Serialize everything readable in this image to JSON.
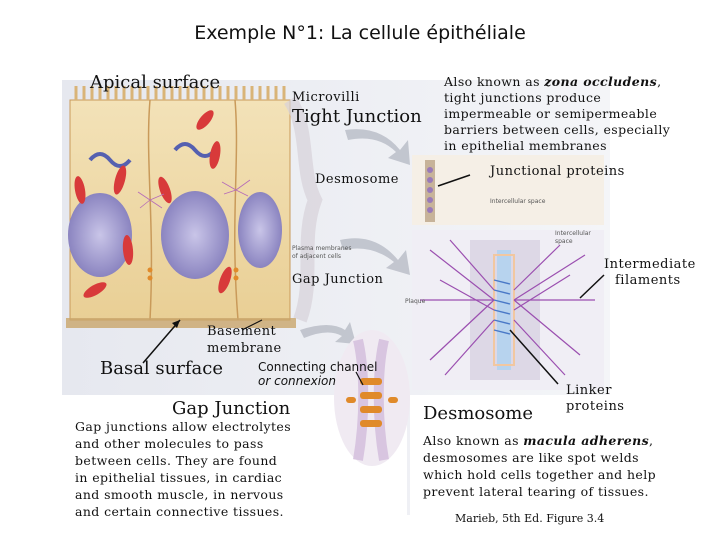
{
  "title": "Exemple N°1: La cellule épithéliale",
  "labels": {
    "apical_surface": "Apical surface",
    "microvilli": "Microvilli",
    "tight_junction": "Tight Junction",
    "desmosome_small": "Desmosome",
    "gap_junction_small": "Gap Junction",
    "basement_membrane_1": "Basement",
    "basement_membrane_2": "membrane",
    "basal_surface": "Basal surface",
    "connecting_channel_1": "Connecting channel",
    "connecting_channel_2": "or connexion",
    "junctional_proteins": "Junctional proteins",
    "intermediate_filaments_1": "Intermediate",
    "intermediate_filaments_2": "filaments",
    "linker_proteins_1": "Linker",
    "linker_proteins_2": "proteins",
    "intercellular_space_1": "Intercellular space",
    "intercellular_space_2": "Intercellular",
    "intercellular_space_3": "space",
    "plasma_membranes_1": "Plasma membranes",
    "plasma_membranes_2": "of adjacent cells",
    "plaque": "Plaque"
  },
  "tight_junction_text": {
    "line1_a": "Also known as ",
    "line1_b": "zona occludens",
    "line1_c": ",",
    "line2": "tight junctions produce",
    "line3": "impermeable or semipermeable",
    "line4": "barriers between cells, especially",
    "line5": "in epithelial membranes"
  },
  "gap_junction_text": {
    "heading": "Gap Junction",
    "line1": "Gap junctions allow electrolytes",
    "line2": "and other molecules to pass",
    "line3": "between cells. They are found",
    "line4": "in epithelial tissues, in cardiac",
    "line5": "and smooth muscle, in nervous",
    "line6": "and certain connective tissues."
  },
  "desmosome_text": {
    "heading": "Desmosome",
    "line1_a": "Also known as ",
    "line1_b": "macula adherens",
    "line1_c": ",",
    "line2": "desmosomes are like spot welds",
    "line3": "which hold cells together and help",
    "line4": "prevent lateral tearing of tissues."
  },
  "citation": "Marieb, 5th Ed. Figure 3.4"
}
